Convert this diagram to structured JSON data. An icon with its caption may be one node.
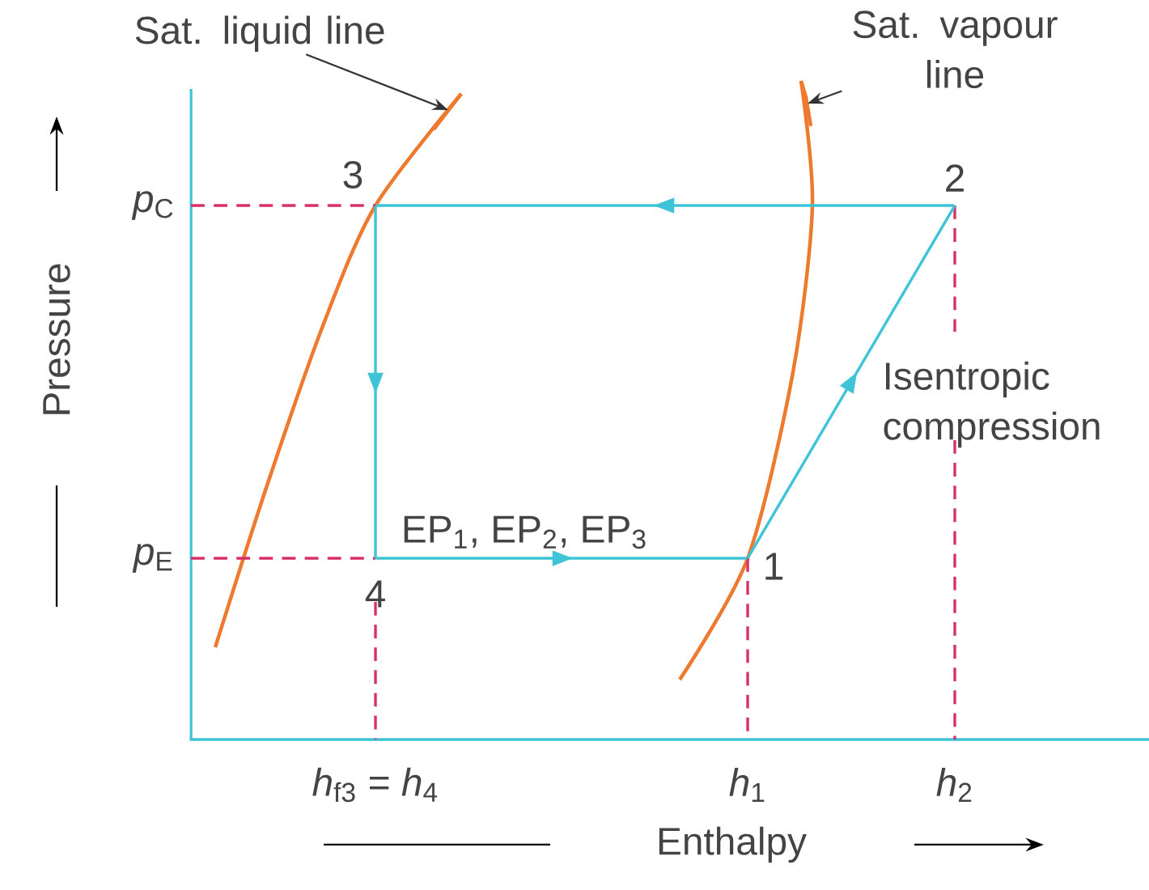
{
  "diagram": {
    "nodes": [
      {
        "text": [
          "1"
        ]
      },
      {
        "text": [
          "2"
        ]
      },
      {
        "text": [
          "3"
        ]
      },
      {
        "text": [
          "4"
        ]
      },
      {
        "text": [
          "Sat. liquid line"
        ]
      },
      {
        "text": [
          "Sat. vapour line"
        ]
      },
      {
        "text": [],
        "shape": "curve"
      },
      {
        "text": [],
        "shape": "curve"
      }
    ],
    "edges": [
      {
        "from": 0,
        "to": 1,
        "arrow": "to"
      },
      {
        "from": 1,
        "to": 2,
        "arrow": "to"
      },
      {
        "from": 2,
        "to": 3,
        "arrow": "to"
      },
      {
        "from": 3,
        "to": 0,
        "arrow": "to",
        "label": "EP$_{1}$, EP$_{2}$, EP$_{3}$"
      },
      {
        "from": 4,
        "to": 6,
        "arrow": "to",
        "color": "#333333"
      },
      {
        "from": 5,
        "to": 7,
        "arrow": "to",
        "color": "#333333"
      }
    ],
    "labels": [
      "Pressure",
      "*p*$_{C}$",
      "*p*$_{E}$",
      "Isentropic compression",
      "*h*$_{f3}$ = *h*$_{4}$",
      "*h*$_{1}$",
      "*h*$_{2}$",
      "Enthalpy"
    ]
  }
}
